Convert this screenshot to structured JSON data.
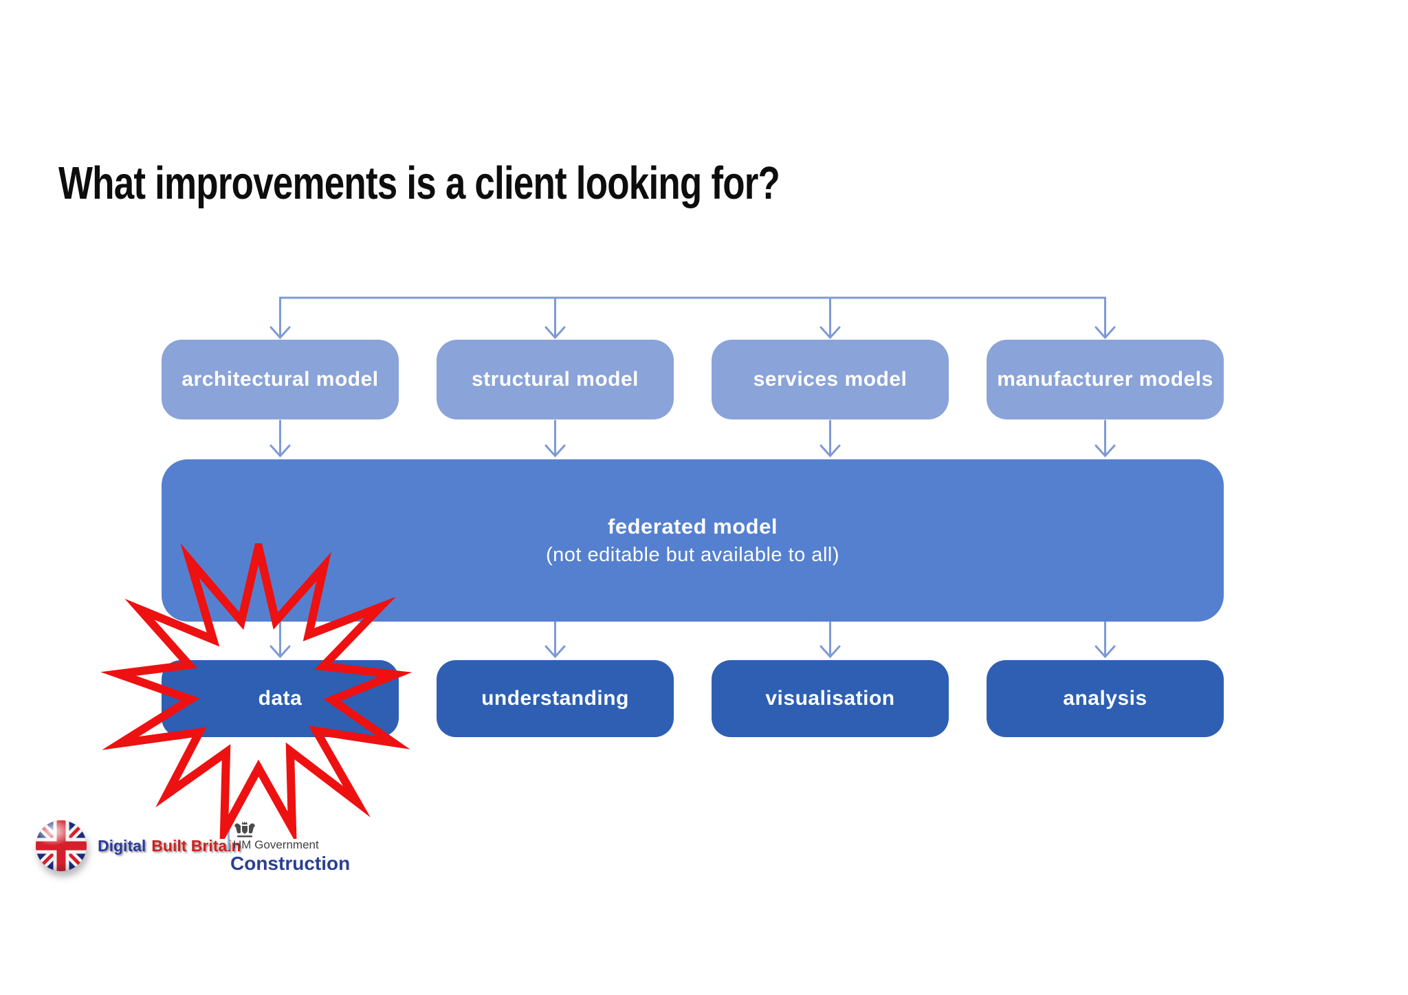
{
  "slide": {
    "title": "What improvements is a client looking for?"
  },
  "diagram": {
    "top_row": [
      {
        "label": "architectural model"
      },
      {
        "label": "structural model"
      },
      {
        "label": "services model"
      },
      {
        "label": "manufacturer models"
      }
    ],
    "federated": {
      "title": "federated model",
      "subtitle": "(not editable but available to all)"
    },
    "bottom_row": [
      {
        "label": "data",
        "highlighted": true
      },
      {
        "label": "understanding",
        "highlighted": false
      },
      {
        "label": "visualisation",
        "highlighted": false
      },
      {
        "label": "analysis",
        "highlighted": false
      }
    ]
  },
  "footer": {
    "dbb_logo": {
      "digital": "Digital",
      "built_britain": "Built Britain"
    },
    "hmg_logo": {
      "government": "HM Government",
      "construction": "Construction"
    }
  },
  "colors": {
    "top_box_blue": "#8aa3d8",
    "federated_box_blue": "#5580cf",
    "bottom_box_blue": "#2e5fb3",
    "connector_blue": "#7d99d6",
    "highlight_star_red": "#ed1111",
    "title_black": "#0d0d0d",
    "dbb_digital_blue": "#2b3a9c",
    "dbb_built_britain_red": "#d02020",
    "construction_blue": "#2b3f92",
    "hm_government_gray": "#404040"
  }
}
